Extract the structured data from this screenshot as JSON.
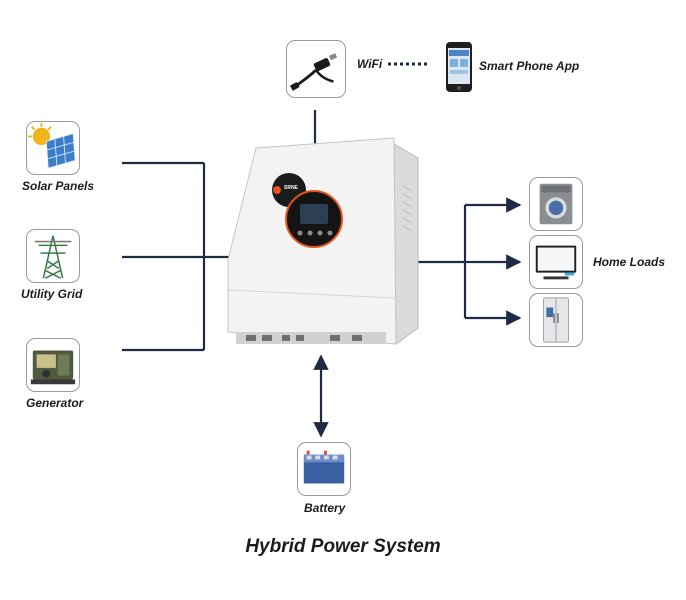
{
  "title": "Hybrid Power System",
  "inverter": {
    "brand": "SRNE"
  },
  "sources": [
    {
      "label": "Solar Panels",
      "icon": "solar-panel-icon"
    },
    {
      "label": "Utility Grid",
      "icon": "power-tower-icon"
    },
    {
      "label": "Generator",
      "icon": "generator-icon"
    }
  ],
  "wifi": {
    "label": "WiFi",
    "icon": "wifi-dongle-icon"
  },
  "app": {
    "label": "Smart Phone App",
    "icon": "smartphone-icon"
  },
  "loads": {
    "label": "Home Loads",
    "items": [
      {
        "icon": "washing-machine-icon"
      },
      {
        "icon": "tv-icon"
      },
      {
        "icon": "refrigerator-icon"
      }
    ]
  },
  "battery": {
    "label": "Battery",
    "icon": "battery-icon"
  },
  "colors": {
    "line": "#1f2a44",
    "frame": "#9a9a9a",
    "accent": "#e2541c"
  }
}
